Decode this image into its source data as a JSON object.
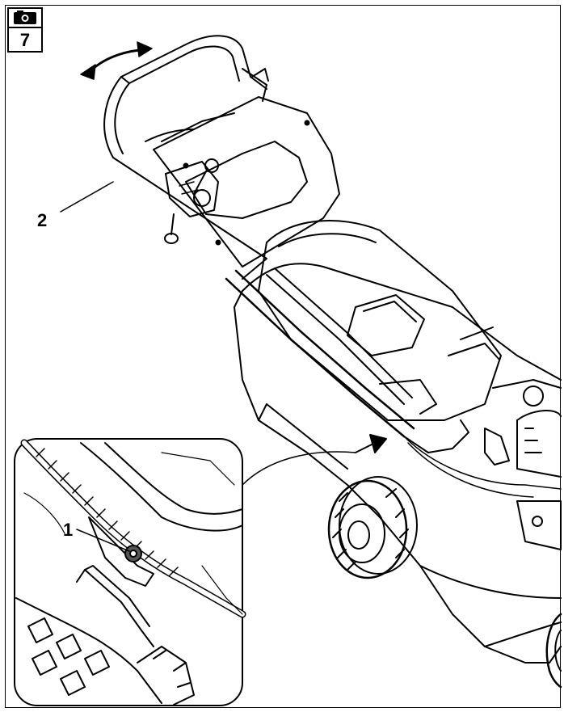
{
  "figure": {
    "number": "7",
    "icon": "camera-icon"
  },
  "callouts": [
    {
      "label": "1",
      "part": "cable-adjuster-nut"
    },
    {
      "label": "2",
      "part": "handle-lever"
    }
  ],
  "colors": {
    "line": "#000000",
    "background": "#ffffff"
  }
}
